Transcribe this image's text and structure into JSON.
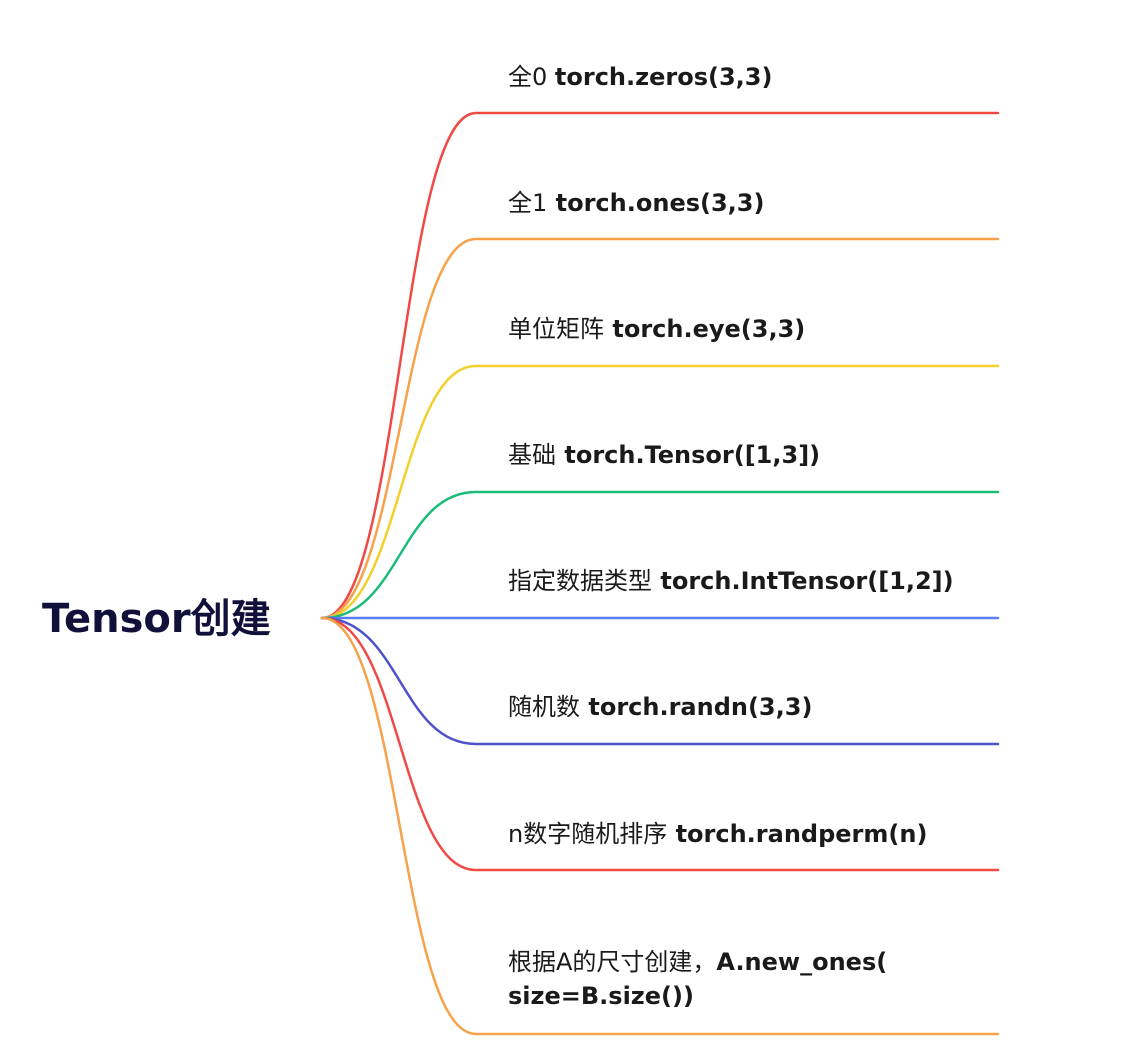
{
  "root": {
    "title": "Tensor创建"
  },
  "branches": [
    {
      "cn": "全0 ",
      "code": " torch.zeros(3,3)",
      "color": "#f04a46"
    },
    {
      "cn": "全1",
      "code": " torch.ones(3,3)",
      "color": "#f7a24a"
    },
    {
      "cn": "单位矩阵",
      "code": " torch.eye(3,3)",
      "color": "#f3d02a"
    },
    {
      "cn": "基础",
      "code": " torch.Tensor([1,3])",
      "color": "#1dbb78"
    },
    {
      "cn": "指定数据类型",
      "code": " torch.IntTensor([1,2])",
      "color": "#5a7df2"
    },
    {
      "cn": "随机数",
      "code": " torch.randn(3,3)",
      "color": "#4d52c8"
    },
    {
      "cn": "n数字随机排序",
      "code": " torch.randperm(n)",
      "color": "#f04a46"
    },
    {
      "cn": "根据A的尺寸创建，",
      "code": "A.new_ones(",
      "line2": "size=B.size())",
      "color": "#f7a24a"
    }
  ]
}
